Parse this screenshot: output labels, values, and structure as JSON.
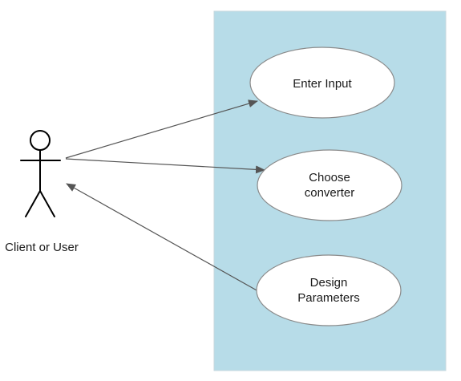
{
  "colors": {
    "system_boundary_fill": "#b7dce8",
    "system_boundary_stroke": "#c7d7de",
    "usecase_fill": "#ffffff",
    "usecase_stroke": "#8a8a8a",
    "connector_stroke": "#555555",
    "actor_stroke": "#000000",
    "text": "#1a1a1a"
  },
  "actor": {
    "label": "Client or User",
    "icon": "stick-figure-icon"
  },
  "use_cases": [
    {
      "id": "enter-input",
      "lines": [
        "Enter Input"
      ]
    },
    {
      "id": "choose-converter",
      "lines": [
        "Choose",
        "converter"
      ]
    },
    {
      "id": "design-parameters",
      "lines": [
        "Design",
        "Parameters"
      ]
    }
  ],
  "connectors": [
    {
      "from": "actor",
      "to": "enter-input",
      "arrow": "to"
    },
    {
      "from": "actor",
      "to": "choose-converter",
      "arrow": "to"
    },
    {
      "from": "design-parameters",
      "to": "actor",
      "arrow": "to"
    }
  ]
}
